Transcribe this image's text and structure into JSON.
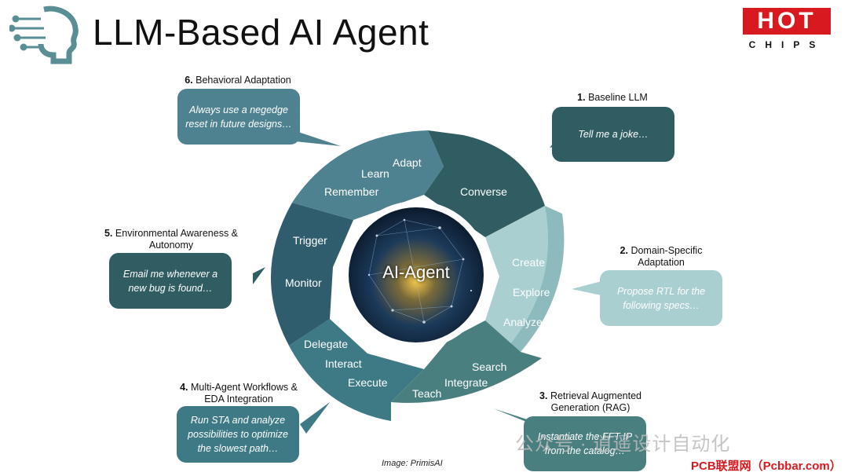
{
  "title": "LLM-Based AI Agent",
  "logo": {
    "word": "HOT",
    "sub": "CHIPS"
  },
  "center_label": "AI-Agent",
  "colors": {
    "dark": "#2f5d62",
    "mid": "#4a7f80",
    "light": "#8dbbbd",
    "lightest": "#a9cfd0",
    "slate": "#3e6d7a"
  },
  "stages": [
    {
      "num": "1.",
      "label": "Baseline LLM",
      "bubble": "Tell me a joke…",
      "items": [
        "Converse"
      ]
    },
    {
      "num": "2.",
      "label": "Domain-Specific Adaptation",
      "bubble": "Propose RTL for the following specs…",
      "items": [
        "Create",
        "Explore",
        "Analyze"
      ]
    },
    {
      "num": "3.",
      "label": "Retrieval Augmented Generation (RAG)",
      "bubble": "Instantiate the FFT IP from the catalog…",
      "items": [
        "Search",
        "Integrate",
        "Teach"
      ]
    },
    {
      "num": "4.",
      "label": "Multi-Agent Workflows & EDA Integration",
      "bubble": "Run STA and analyze possibilities to optimize the slowest path…",
      "items": [
        "Delegate",
        "Interact",
        "Execute"
      ]
    },
    {
      "num": "5.",
      "label": "Environmental Awareness & Autonomy",
      "bubble": "Email me whenever a new bug is found…",
      "items": [
        "Trigger",
        "Monitor"
      ]
    },
    {
      "num": "6.",
      "label": "Behavioral Adaptation",
      "bubble": "Always use a negedge reset in future designs…",
      "items": [
        "Adapt",
        "Learn",
        "Remember"
      ]
    }
  ],
  "caption": "Image: PrimisAI",
  "watermark": {
    "wechat": "公众号 · 逍遥设计自动化",
    "site": "PCB联盟网（Pcbbar.com）"
  }
}
